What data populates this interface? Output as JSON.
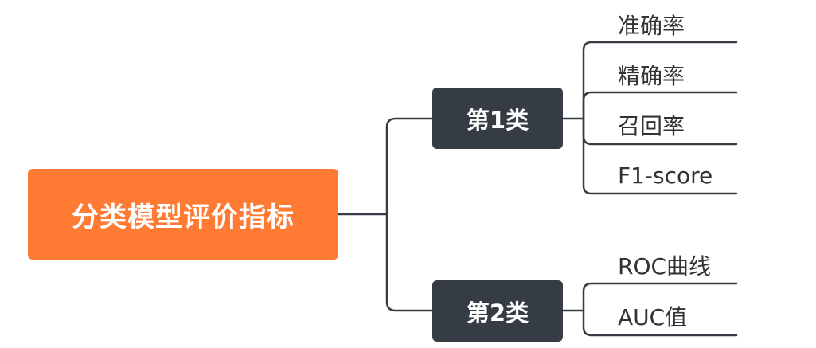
{
  "root": {
    "label": "分类模型评价指标",
    "color": "#ff7a33"
  },
  "branches": [
    {
      "label": "第1类",
      "color": "#353c44",
      "leaves": [
        {
          "label": "准确率"
        },
        {
          "label": "精确率"
        },
        {
          "label": "召回率"
        },
        {
          "label": "F1-score"
        }
      ]
    },
    {
      "label": "第2类",
      "color": "#353c44",
      "leaves": [
        {
          "label": "ROC曲线"
        },
        {
          "label": "AUC值"
        }
      ]
    }
  ],
  "connector_color": "#353c44"
}
